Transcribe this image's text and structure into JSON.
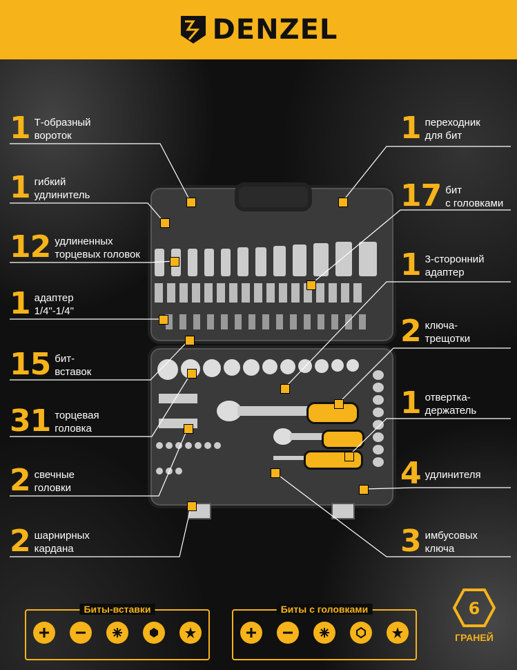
{
  "brand": {
    "name": "DENZEL"
  },
  "components": [
    {
      "id": "t-handle",
      "count": "1",
      "text": "Т-образный\nвороток"
    },
    {
      "id": "flex-ext",
      "count": "1",
      "text": "гибкий\nудлинитель"
    },
    {
      "id": "long-sockets",
      "count": "12",
      "text": "удлиненных\nторцевых головок"
    },
    {
      "id": "adapter",
      "count": "1",
      "text": "адаптер\n1/4\"-1/4\""
    },
    {
      "id": "bits",
      "count": "15",
      "text": "бит-\nвставок"
    },
    {
      "id": "sockets",
      "count": "31",
      "text": "торцевая\nголовка"
    },
    {
      "id": "spark",
      "count": "2",
      "text": "свечные\nголовки"
    },
    {
      "id": "universal",
      "count": "2",
      "text": "шарнирных\nкардана"
    },
    {
      "id": "bit-adapter",
      "count": "1",
      "text": "переходник\nдля бит"
    },
    {
      "id": "bit-sockets",
      "count": "17",
      "text": "бит\nс головками"
    },
    {
      "id": "3way",
      "count": "1",
      "text": "3-сторонний\nадаптер"
    },
    {
      "id": "ratchets",
      "count": "2",
      "text": "ключа-\nтрещотки"
    },
    {
      "id": "screwdriver",
      "count": "1",
      "text": "отвертка-\nдержатель"
    },
    {
      "id": "extensions",
      "count": "4",
      "text": "удлинителя"
    },
    {
      "id": "hex-keys",
      "count": "3",
      "text": "имбусовых\nключа"
    }
  ],
  "legend": {
    "bits_title": "Биты-вставки",
    "bit_sockets_title": "Биты с головками",
    "bit_types": [
      "phillips-icon",
      "slotted-icon",
      "pozidriv-icon",
      "hex-icon",
      "torx-icon"
    ],
    "hex_number": "6",
    "hex_caption": "ГРАНЕЙ"
  },
  "colors": {
    "accent": "#f6b31a",
    "background": "#0c0c0c",
    "case": "#3a3a3a"
  }
}
